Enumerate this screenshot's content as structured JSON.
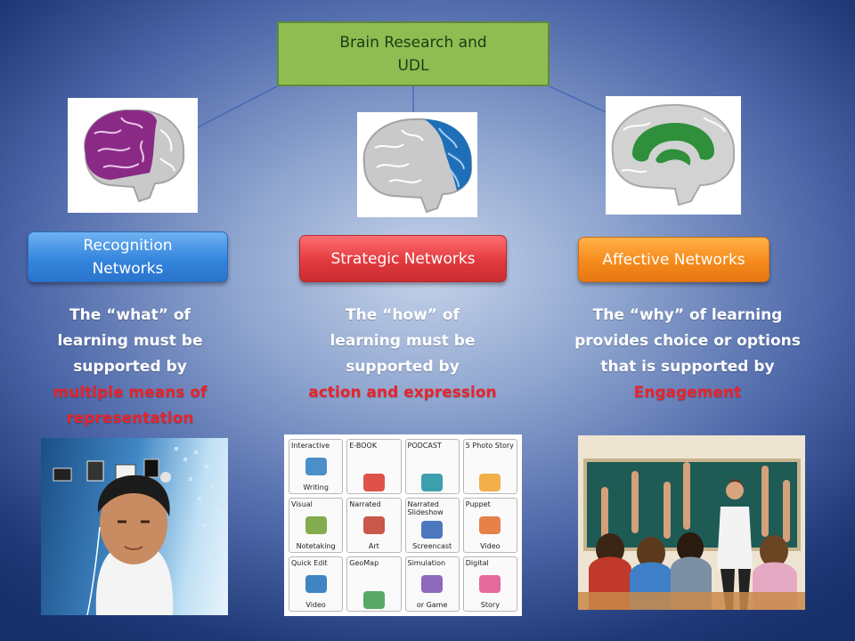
{
  "root": {
    "line1": "Brain Research and",
    "line2": "UDL"
  },
  "branches": [
    {
      "label_line1": "Recognition",
      "label_line2": "Networks",
      "desc_lines": [
        "The “what” of",
        "learning must be",
        "supported by"
      ],
      "desc_highlight_lines": [
        "multiple means of",
        "representation"
      ],
      "brain_color": "#8b2a86",
      "pill_color": "#3586dd"
    },
    {
      "label": "Strategic Networks",
      "desc_lines": [
        "The “how” of",
        "learning must be",
        "supported by"
      ],
      "desc_highlight_lines": [
        "action and expression"
      ],
      "brain_color": "#1f6fb8",
      "pill_color": "#e23a3e"
    },
    {
      "label": "Affective Networks",
      "desc_lines": [
        "The “why” of learning",
        "provides choice or options",
        "that is  supported by"
      ],
      "desc_highlight_lines": [
        "Engagement"
      ],
      "brain_color": "#2f8f3a",
      "pill_color": "#f58a1c"
    }
  ],
  "tools_grid": [
    [
      "Interactive",
      "Writing"
    ],
    [
      "E-BOOK"
    ],
    [
      "PODCAST"
    ],
    [
      "5 Photo Story"
    ],
    [
      "Visual",
      "Notetaking"
    ],
    [
      "Narrated",
      "Art"
    ],
    [
      "Narrated Slideshow",
      "Screencast"
    ],
    [
      "Puppet",
      "Video"
    ],
    [
      "Quick Edit",
      "Video"
    ],
    [
      "GeoMap"
    ],
    [
      "Simulation",
      "or Game"
    ],
    [
      "Digital",
      "Story"
    ]
  ],
  "colors": {
    "highlight_text": "#e8232a",
    "root_fill": "#8fbd52",
    "background_outer": "#17306a",
    "background_center": "#c6d3ea"
  }
}
